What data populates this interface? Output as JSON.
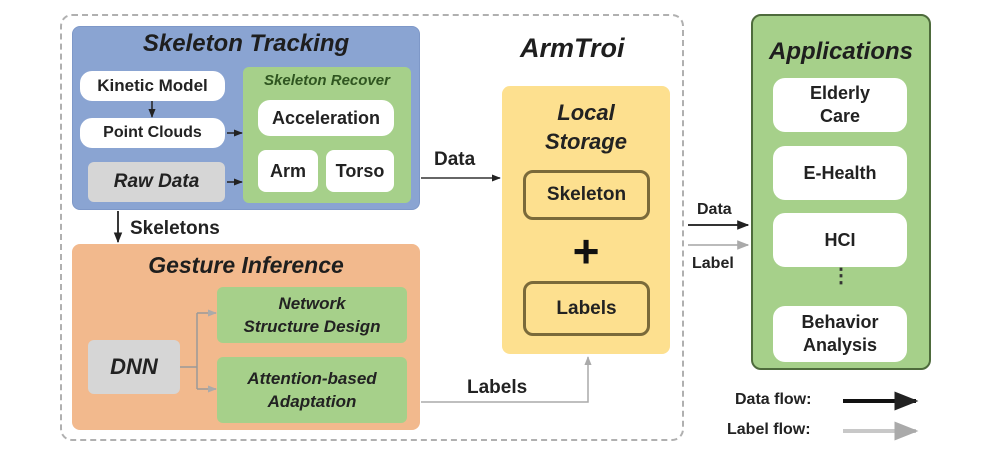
{
  "system_name": "ArmTroi",
  "skeleton_tracking": {
    "title": "Skeleton Tracking",
    "kinetic_model": "Kinetic Model",
    "point_clouds": "Point Clouds",
    "raw_data": "Raw Data",
    "skeleton_recover": {
      "title": "Skeleton Recover",
      "acceleration": "Acceleration",
      "arm": "Arm",
      "torso": "Torso"
    }
  },
  "skeletons_edge_label": "Skeletons",
  "gesture_inference": {
    "title": "Gesture Inference",
    "dnn": "DNN",
    "network_line1": "Network",
    "network_line2": "Structure Design",
    "attention_line1": "Attention-based",
    "attention_line2": "Adaptation"
  },
  "local_storage": {
    "title_line1": "Local",
    "title_line2": "Storage",
    "skeleton": "Skeleton",
    "plus": "+",
    "labels": "Labels"
  },
  "edges": {
    "data": "Data",
    "labels": "Labels",
    "app_data": "Data",
    "app_label": "Label"
  },
  "applications": {
    "title": "Applications",
    "items": [
      {
        "line1": "Elderly",
        "line2": "Care"
      },
      {
        "line1": "E-Health",
        "line2": ""
      },
      {
        "line1": "HCI",
        "line2": ""
      },
      {
        "line1": "Behavior",
        "line2": "Analysis"
      }
    ],
    "ellipsis": "⋮"
  },
  "legend": {
    "data_flow": "Data flow:",
    "label_flow": "Label flow:"
  },
  "colors": {
    "tracking": "#8aa4d2",
    "gesture": "#f2b98d",
    "green": "#a6d08a",
    "storage": "#fde08f",
    "data_flow": "#111111",
    "label_flow": "#bdbdbd"
  }
}
